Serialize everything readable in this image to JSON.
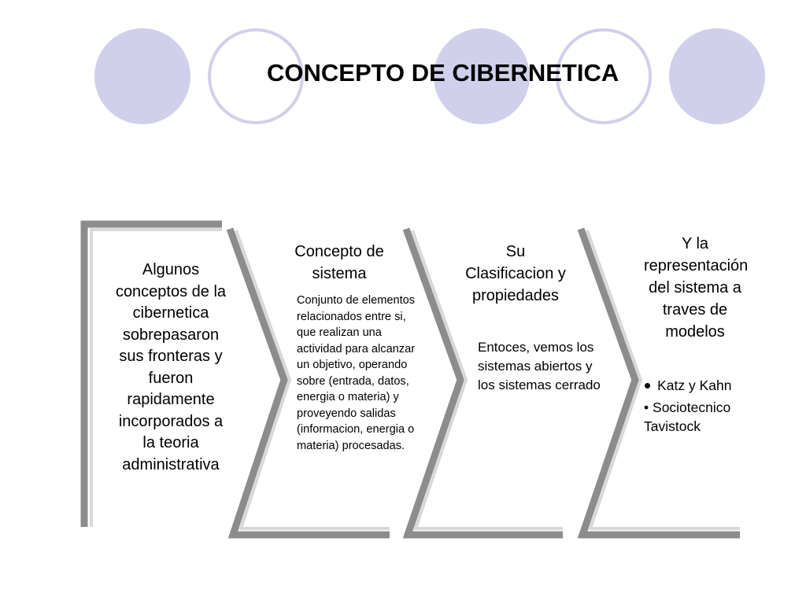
{
  "slide": {
    "title": "CONCEPTO DE CIBERNETICA"
  },
  "decoration": {
    "circles": [
      {
        "name": "circle-1",
        "style": "filled"
      },
      {
        "name": "circle-2",
        "style": "ring"
      },
      {
        "name": "circle-3",
        "style": "filled"
      },
      {
        "name": "circle-4",
        "style": "ring"
      },
      {
        "name": "circle-5",
        "style": "filled"
      }
    ],
    "fill_color": "#d0d0ec",
    "chevron_color": "#8c8c8c"
  },
  "columns": [
    {
      "body": "Algunos conceptos de la cibernetica sobrepasaron sus fronteras y fueron rapidamente incorporados a la teoria administrativa"
    },
    {
      "heading": "Concepto de sistema",
      "body": "Conjunto de elementos relacionados entre si, que realizan una actividad para alcanzar un objetivo, operando sobre (entrada, datos, energia o materia) y proveyendo salidas (informacion, energia o materia) procesadas."
    },
    {
      "heading": "Su Clasificacion y propiedades",
      "body": "Entoces, vemos los sistemas abiertos y los sistemas cerrado"
    },
    {
      "heading": "Y  la representación del sistema a traves de modelos",
      "bullets": [
        "Katz y Kahn",
        "Sociotecnico Tavistock"
      ],
      "bullet_glyph": "•"
    }
  ]
}
